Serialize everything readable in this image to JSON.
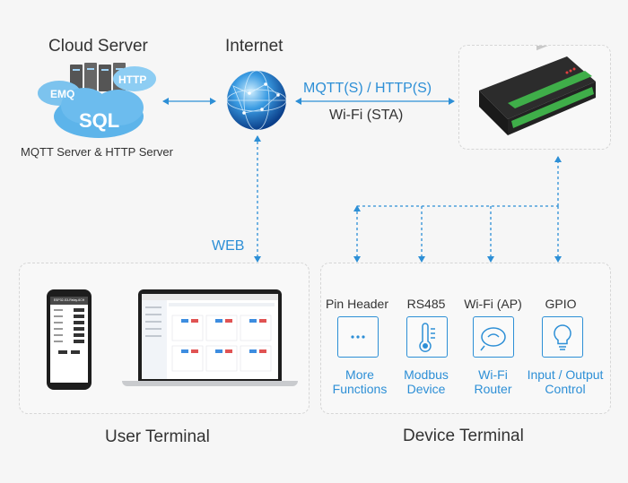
{
  "cloud": {
    "title": "Cloud Server",
    "subtitle": "MQTT Server & HTTP Server",
    "tags": {
      "emq": "EMQ",
      "http": "HTTP",
      "sql": "SQL"
    }
  },
  "internet": {
    "title": "Internet",
    "protocol": "MQTT(S) / HTTP(S)",
    "wifi_mode": "Wi-Fi (STA)",
    "web": "WEB"
  },
  "user_terminal": {
    "title": "User Terminal",
    "phone_title": "ESP32-S3-Relay-6CH"
  },
  "device_terminal": {
    "title": "Device Terminal",
    "interfaces": [
      {
        "name": "Pin Header",
        "desc_1": "More",
        "desc_2": "Functions",
        "icon": "dots-icon"
      },
      {
        "name": "RS485",
        "desc_1": "Modbus",
        "desc_2": "Device",
        "icon": "thermometer-icon"
      },
      {
        "name": "Wi-Fi (AP)",
        "desc_1": "Wi-Fi",
        "desc_2": "Router",
        "icon": "router-icon"
      },
      {
        "name": "GPIO",
        "desc_1": "Input / Output",
        "desc_2": "Control",
        "icon": "bulb-icon"
      }
    ]
  },
  "colors": {
    "accent": "#2d8fd6",
    "dash": "#d6d6d6",
    "text": "#333333"
  }
}
